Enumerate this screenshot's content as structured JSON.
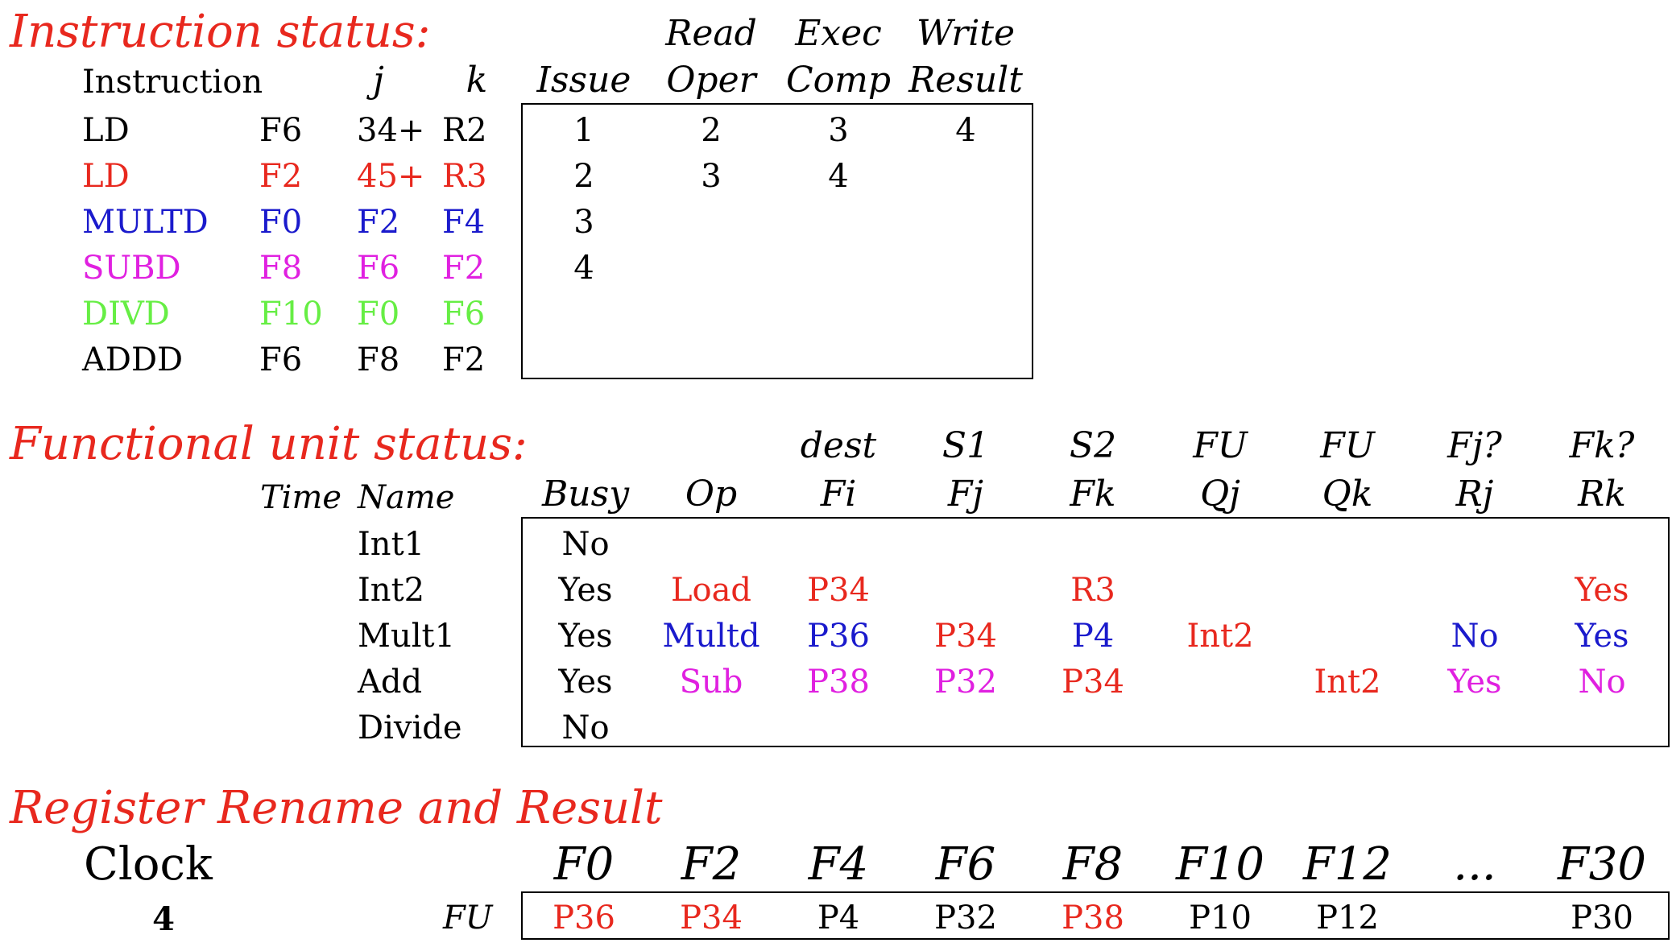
{
  "colors": {
    "black": "#000000",
    "red": "#e8281e",
    "blue": "#1a1acc",
    "magenta": "#e020e0",
    "green": "#66ee44"
  },
  "instr_status": {
    "title": "Instruction status:",
    "col_instruction": "Instruction",
    "col_j": "j",
    "col_k": "k",
    "top": [
      "Read",
      "Exec",
      "Write"
    ],
    "bottom": [
      "Issue",
      "Oper",
      "Comp",
      "Result"
    ],
    "rows": [
      {
        "op": "LD",
        "dest": "F6",
        "j": "34+",
        "k": "R2",
        "issue": "1",
        "read": "2",
        "exec": "3",
        "write": "4",
        "color": "#000000"
      },
      {
        "op": "LD",
        "dest": "F2",
        "j": "45+",
        "k": "R3",
        "issue": "2",
        "read": "3",
        "exec": "4",
        "write": "",
        "color": "#e8281e"
      },
      {
        "op": "MULTD",
        "dest": "F0",
        "j": "F2",
        "k": "F4",
        "issue": "3",
        "read": "",
        "exec": "",
        "write": "",
        "color": "#1a1acc"
      },
      {
        "op": "SUBD",
        "dest": "F8",
        "j": "F6",
        "k": "F2",
        "issue": "4",
        "read": "",
        "exec": "",
        "write": "",
        "color": "#e020e0"
      },
      {
        "op": "DIVD",
        "dest": "F10",
        "j": "F0",
        "k": "F6",
        "issue": "",
        "read": "",
        "exec": "",
        "write": "",
        "color": "#66ee44"
      },
      {
        "op": "ADDD",
        "dest": "F6",
        "j": "F8",
        "k": "F2",
        "issue": "",
        "read": "",
        "exec": "",
        "write": "",
        "color": "#000000"
      }
    ]
  },
  "fu_status": {
    "title": "Functional unit status:",
    "col_time": "Time",
    "col_name": "Name",
    "top": [
      "dest",
      "S1",
      "S2",
      "FU",
      "FU",
      "Fj?",
      "Fk?"
    ],
    "bottom": [
      "Busy",
      "Op",
      "Fi",
      "Fj",
      "Fk",
      "Qj",
      "Qk",
      "Rj",
      "Rk"
    ],
    "rows": [
      {
        "name": "Int1",
        "busy": "No",
        "op": "",
        "fi": "",
        "fj": "",
        "fk": "",
        "qj": "",
        "qk": "",
        "rj": "",
        "rk": "",
        "colors": {
          "op": "#000000",
          "fi": "#000000",
          "fj": "#000000",
          "fk": "#000000",
          "qj": "#000000",
          "qk": "#000000",
          "rj": "#000000",
          "rk": "#000000"
        }
      },
      {
        "name": "Int2",
        "busy": "Yes",
        "op": "Load",
        "fi": "P34",
        "fj": "",
        "fk": "R3",
        "qj": "",
        "qk": "",
        "rj": "",
        "rk": "Yes",
        "colors": {
          "op": "#e8281e",
          "fi": "#e8281e",
          "fj": "#e8281e",
          "fk": "#e8281e",
          "qj": "#e8281e",
          "qk": "#e8281e",
          "rj": "#e8281e",
          "rk": "#e8281e"
        }
      },
      {
        "name": "Mult1",
        "busy": "Yes",
        "op": "Multd",
        "fi": "P36",
        "fj": "P34",
        "fk": "P4",
        "qj": "Int2",
        "qk": "",
        "rj": "No",
        "rk": "Yes",
        "colors": {
          "op": "#1a1acc",
          "fi": "#1a1acc",
          "fj": "#e8281e",
          "fk": "#1a1acc",
          "qj": "#e8281e",
          "qk": "#1a1acc",
          "rj": "#1a1acc",
          "rk": "#1a1acc"
        }
      },
      {
        "name": "Add",
        "busy": "Yes",
        "op": "Sub",
        "fi": "P38",
        "fj": "P32",
        "fk": "P34",
        "qj": "",
        "qk": "Int2",
        "rj": "Yes",
        "rk": "No",
        "colors": {
          "op": "#e020e0",
          "fi": "#e020e0",
          "fj": "#e020e0",
          "fk": "#e8281e",
          "qj": "#e020e0",
          "qk": "#e8281e",
          "rj": "#e020e0",
          "rk": "#e020e0"
        }
      },
      {
        "name": "Divide",
        "busy": "No",
        "op": "",
        "fi": "",
        "fj": "",
        "fk": "",
        "qj": "",
        "qk": "",
        "rj": "",
        "rk": "",
        "colors": {
          "op": "#000000",
          "fi": "#000000",
          "fj": "#000000",
          "fk": "#000000",
          "qj": "#000000",
          "qk": "#000000",
          "rj": "#000000",
          "rk": "#000000"
        }
      }
    ]
  },
  "register": {
    "title": "Register Rename and Result",
    "clock_label": "Clock",
    "clock_value": "4",
    "fu_label": "FU",
    "regs": [
      "F0",
      "F2",
      "F4",
      "F6",
      "F8",
      "F10",
      "F12",
      "...",
      "F30"
    ],
    "values": [
      "P36",
      "P34",
      "P4",
      "P32",
      "P38",
      "P10",
      "P12",
      "",
      "P30"
    ],
    "value_colors": [
      "#e8281e",
      "#e8281e",
      "#000000",
      "#000000",
      "#e8281e",
      "#000000",
      "#000000",
      "#000000",
      "#000000"
    ]
  }
}
